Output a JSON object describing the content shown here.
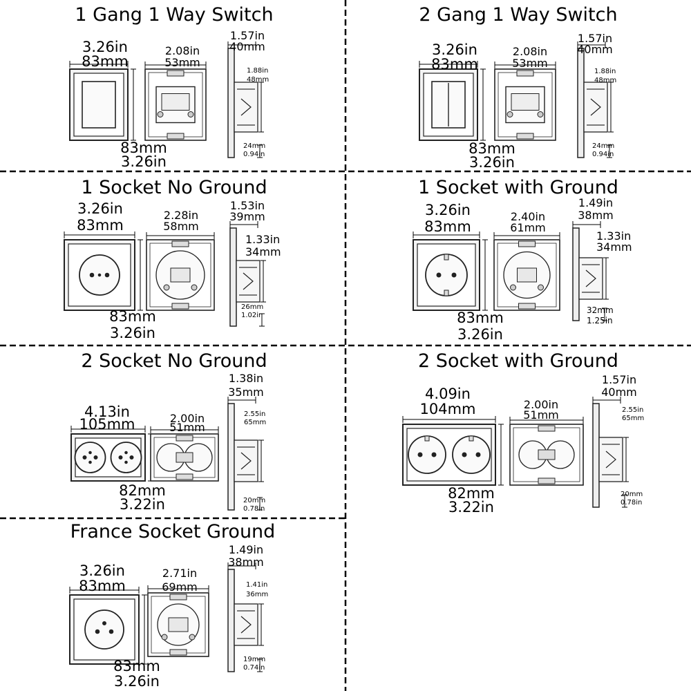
{
  "panels": [
    {
      "title": "1 Gang 1 Way Switch",
      "plate_width_in": "3.26in",
      "plate_width_mm": "83mm",
      "box_width_in": "2.08in",
      "box_width_mm": "53mm",
      "depth_in": "1.57in",
      "depth_mm": "40mm",
      "inner_in": "1.88in",
      "inner_mm": "48mm",
      "front_mm": "24mm",
      "front_in": "0.94in",
      "plate_height_mm": "83mm",
      "plate_height_in": "3.26in"
    },
    {
      "title": "2 Gang 1 Way Switch",
      "plate_width_in": "3.26in",
      "plate_width_mm": "83mm",
      "box_width_in": "2.08in",
      "box_width_mm": "53mm",
      "depth_in": "1.57in",
      "depth_mm": "40mm",
      "inner_in": "1.88in",
      "inner_mm": "48mm",
      "front_mm": "24mm",
      "front_in": "0.94in",
      "plate_height_mm": "83mm",
      "plate_height_in": "3.26in"
    },
    {
      "title": "1 Socket No Ground",
      "plate_width_in": "3.26in",
      "plate_width_mm": "83mm",
      "box_width_in": "2.28in",
      "box_width_mm": "58mm",
      "depth_in": "1.53in",
      "depth_mm": "39mm",
      "inner_in": "1.33in",
      "inner_mm": "34mm",
      "front_mm": "26mm",
      "front_in": "1.02in",
      "plate_height_mm": "83mm",
      "plate_height_in": "3.26in"
    },
    {
      "title": "1 Socket with Ground",
      "plate_width_in": "3.26in",
      "plate_width_mm": "83mm",
      "box_width_in": "2.40in",
      "box_width_mm": "61mm",
      "depth_in": "1.49in",
      "depth_mm": "38mm",
      "inner_in": "1.33in",
      "inner_mm": "34mm",
      "front_mm": "32mm",
      "front_in": "1.25in",
      "plate_height_mm": "83mm",
      "plate_height_in": "3.26in"
    },
    {
      "title": "2 Socket No Ground",
      "plate_width_in": "4.13in",
      "plate_width_mm": "105mm",
      "box_width_in": "2.00in",
      "box_width_mm": "51mm",
      "depth_in": "1.38in",
      "depth_mm": "35mm",
      "inner_in": "2.55in",
      "inner_mm": "65mm",
      "front_mm": "20mm",
      "front_in": "0.78in",
      "plate_height_mm": "82mm",
      "plate_height_in": "3.22in"
    },
    {
      "title": "2 Socket with Ground",
      "plate_width_in": "4.09in",
      "plate_width_mm": "104mm",
      "box_width_in": "2.00in",
      "box_width_mm": "51mm",
      "depth_in": "1.57in",
      "depth_mm": "40mm",
      "inner_in": "2.55in",
      "inner_mm": "65mm",
      "front_mm": "20mm",
      "front_in": "0.78in",
      "plate_height_mm": "82mm",
      "plate_height_in": "3.22in"
    },
    {
      "title": "France Socket  Ground",
      "plate_width_in": "3.26in",
      "plate_width_mm": "83mm",
      "box_width_in": "2.71in",
      "box_width_mm": "69mm",
      "depth_in": "1.49in",
      "depth_mm": "38mm",
      "inner_in": "1.41in",
      "inner_mm": "36mm",
      "front_mm": "19mm",
      "front_in": "0.74in",
      "plate_height_mm": "83mm",
      "plate_height_in": "3.26in"
    }
  ]
}
